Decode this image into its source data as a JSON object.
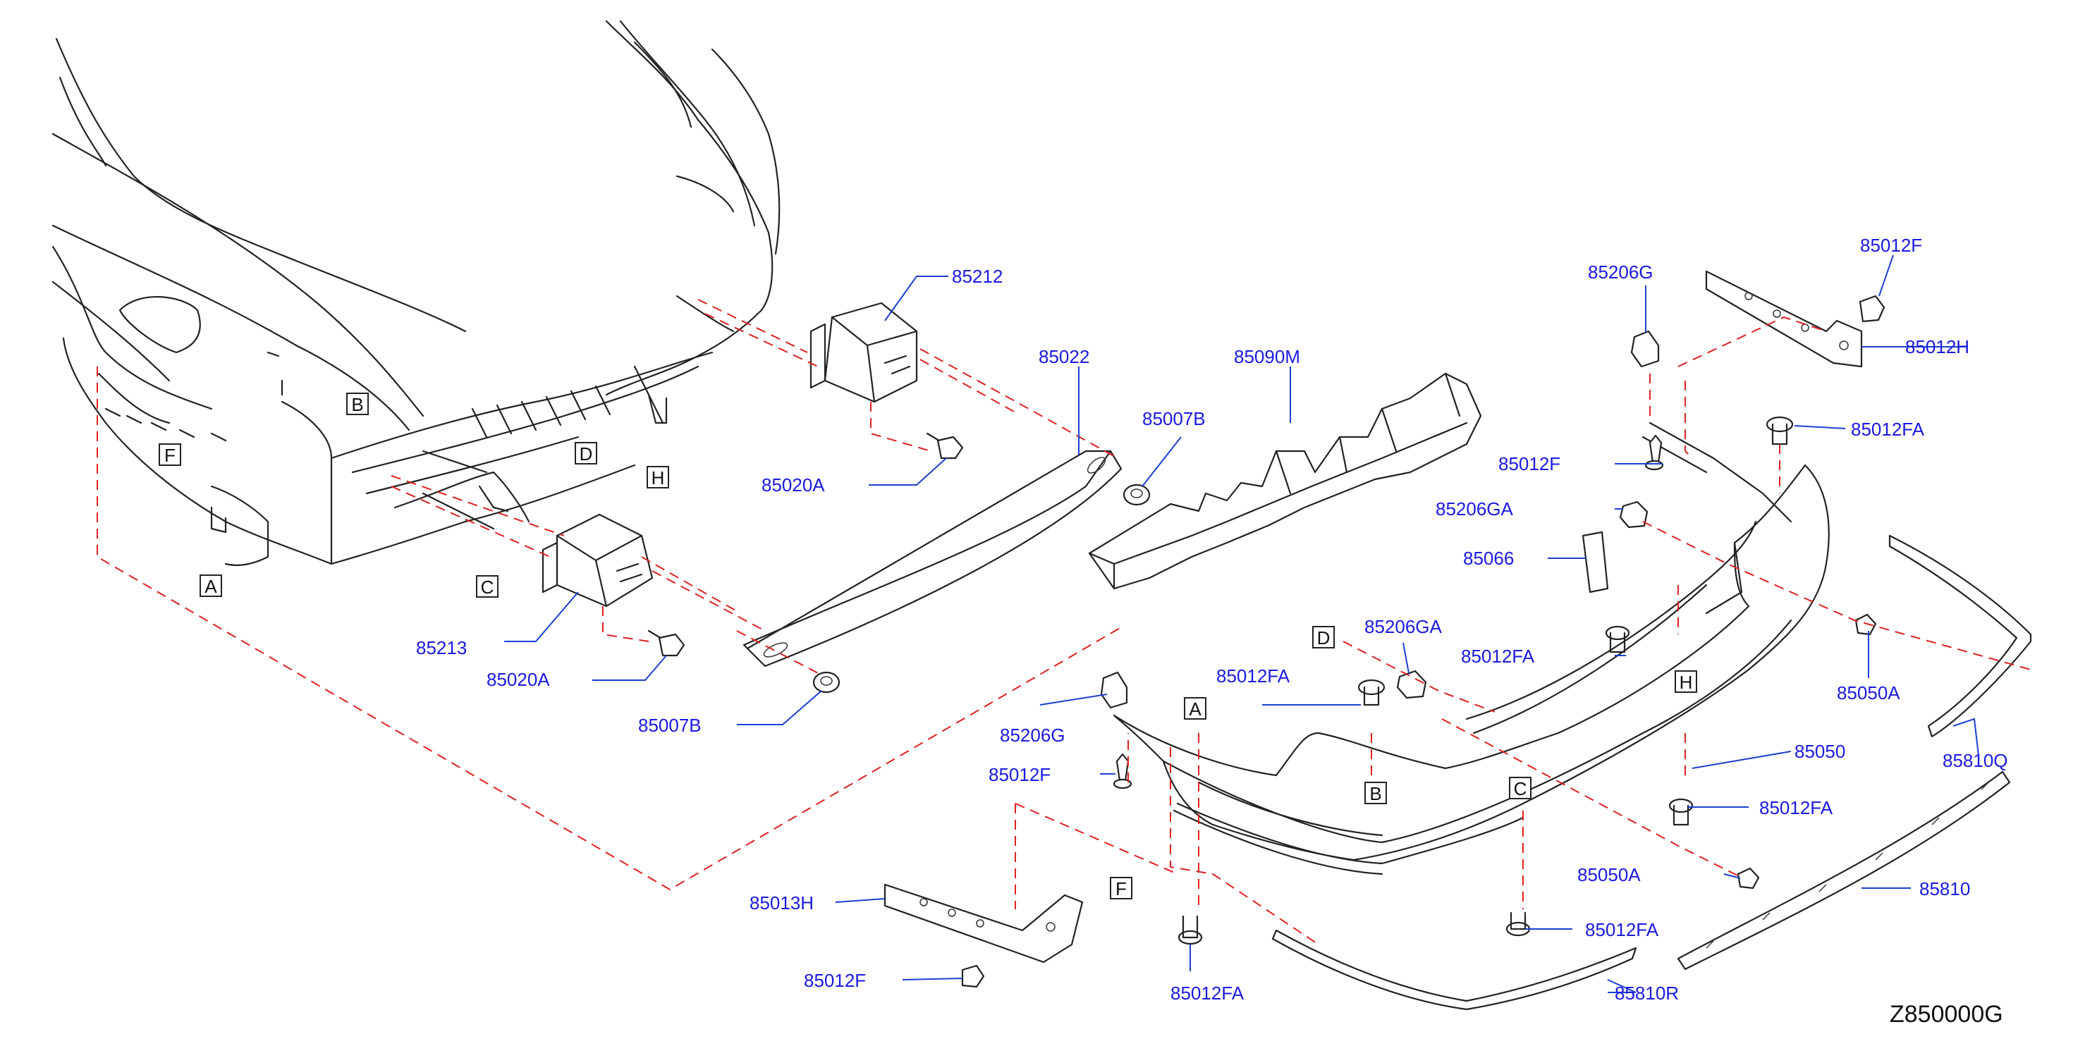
{
  "diagram_code": "Z850000G",
  "colors": {
    "label": "#1a1ae0",
    "leader": "#1a3fd0",
    "guide": "#e02020",
    "line": "#222222"
  },
  "parts": [
    {
      "id": "p85212",
      "text": "85212"
    },
    {
      "id": "p85022",
      "text": "85022"
    },
    {
      "id": "p85090M",
      "text": "85090M"
    },
    {
      "id": "p85007B_a",
      "text": "85007B"
    },
    {
      "id": "p85020A_a",
      "text": "85020A"
    },
    {
      "id": "p85213",
      "text": "85213"
    },
    {
      "id": "p85020A_b",
      "text": "85020A"
    },
    {
      "id": "p85007B_b",
      "text": "85007B"
    },
    {
      "id": "p85206G_a",
      "text": "85206G"
    },
    {
      "id": "p85012F_top",
      "text": "85012F"
    },
    {
      "id": "p85012H",
      "text": "85012H"
    },
    {
      "id": "p85012FA_a",
      "text": "85012FA"
    },
    {
      "id": "p85012F_b",
      "text": "85012F"
    },
    {
      "id": "p85206GA_a",
      "text": "85206GA"
    },
    {
      "id": "p85066",
      "text": "85066"
    },
    {
      "id": "p85012FA_b",
      "text": "85012FA"
    },
    {
      "id": "p85206GA_b",
      "text": "85206GA"
    },
    {
      "id": "p85012FA_c",
      "text": "85012FA"
    },
    {
      "id": "p85206G_b",
      "text": "85206G"
    },
    {
      "id": "p85012F_c",
      "text": "85012F"
    },
    {
      "id": "p85050A_a",
      "text": "85050A"
    },
    {
      "id": "p85810Q",
      "text": "85810Q"
    },
    {
      "id": "p85050",
      "text": "85050"
    },
    {
      "id": "p85012FA_d",
      "text": "85012FA"
    },
    {
      "id": "p85050A_b",
      "text": "85050A"
    },
    {
      "id": "p85810",
      "text": "85810"
    },
    {
      "id": "p85012FA_e",
      "text": "85012FA"
    },
    {
      "id": "p85013H",
      "text": "85013H"
    },
    {
      "id": "p85012F_d",
      "text": "85012F"
    },
    {
      "id": "p85012FA_f",
      "text": "85012FA"
    },
    {
      "id": "p85810R",
      "text": "85810R"
    }
  ],
  "refs": [
    {
      "id": "r1",
      "text": "B"
    },
    {
      "id": "r2",
      "text": "F"
    },
    {
      "id": "r3",
      "text": "D"
    },
    {
      "id": "r4",
      "text": "H"
    },
    {
      "id": "r5",
      "text": "A"
    },
    {
      "id": "r6",
      "text": "C"
    },
    {
      "id": "r7",
      "text": "D"
    },
    {
      "id": "r8",
      "text": "A"
    },
    {
      "id": "r9",
      "text": "B"
    },
    {
      "id": "r10",
      "text": "C"
    },
    {
      "id": "r11",
      "text": "H"
    },
    {
      "id": "r12",
      "text": "F"
    }
  ]
}
